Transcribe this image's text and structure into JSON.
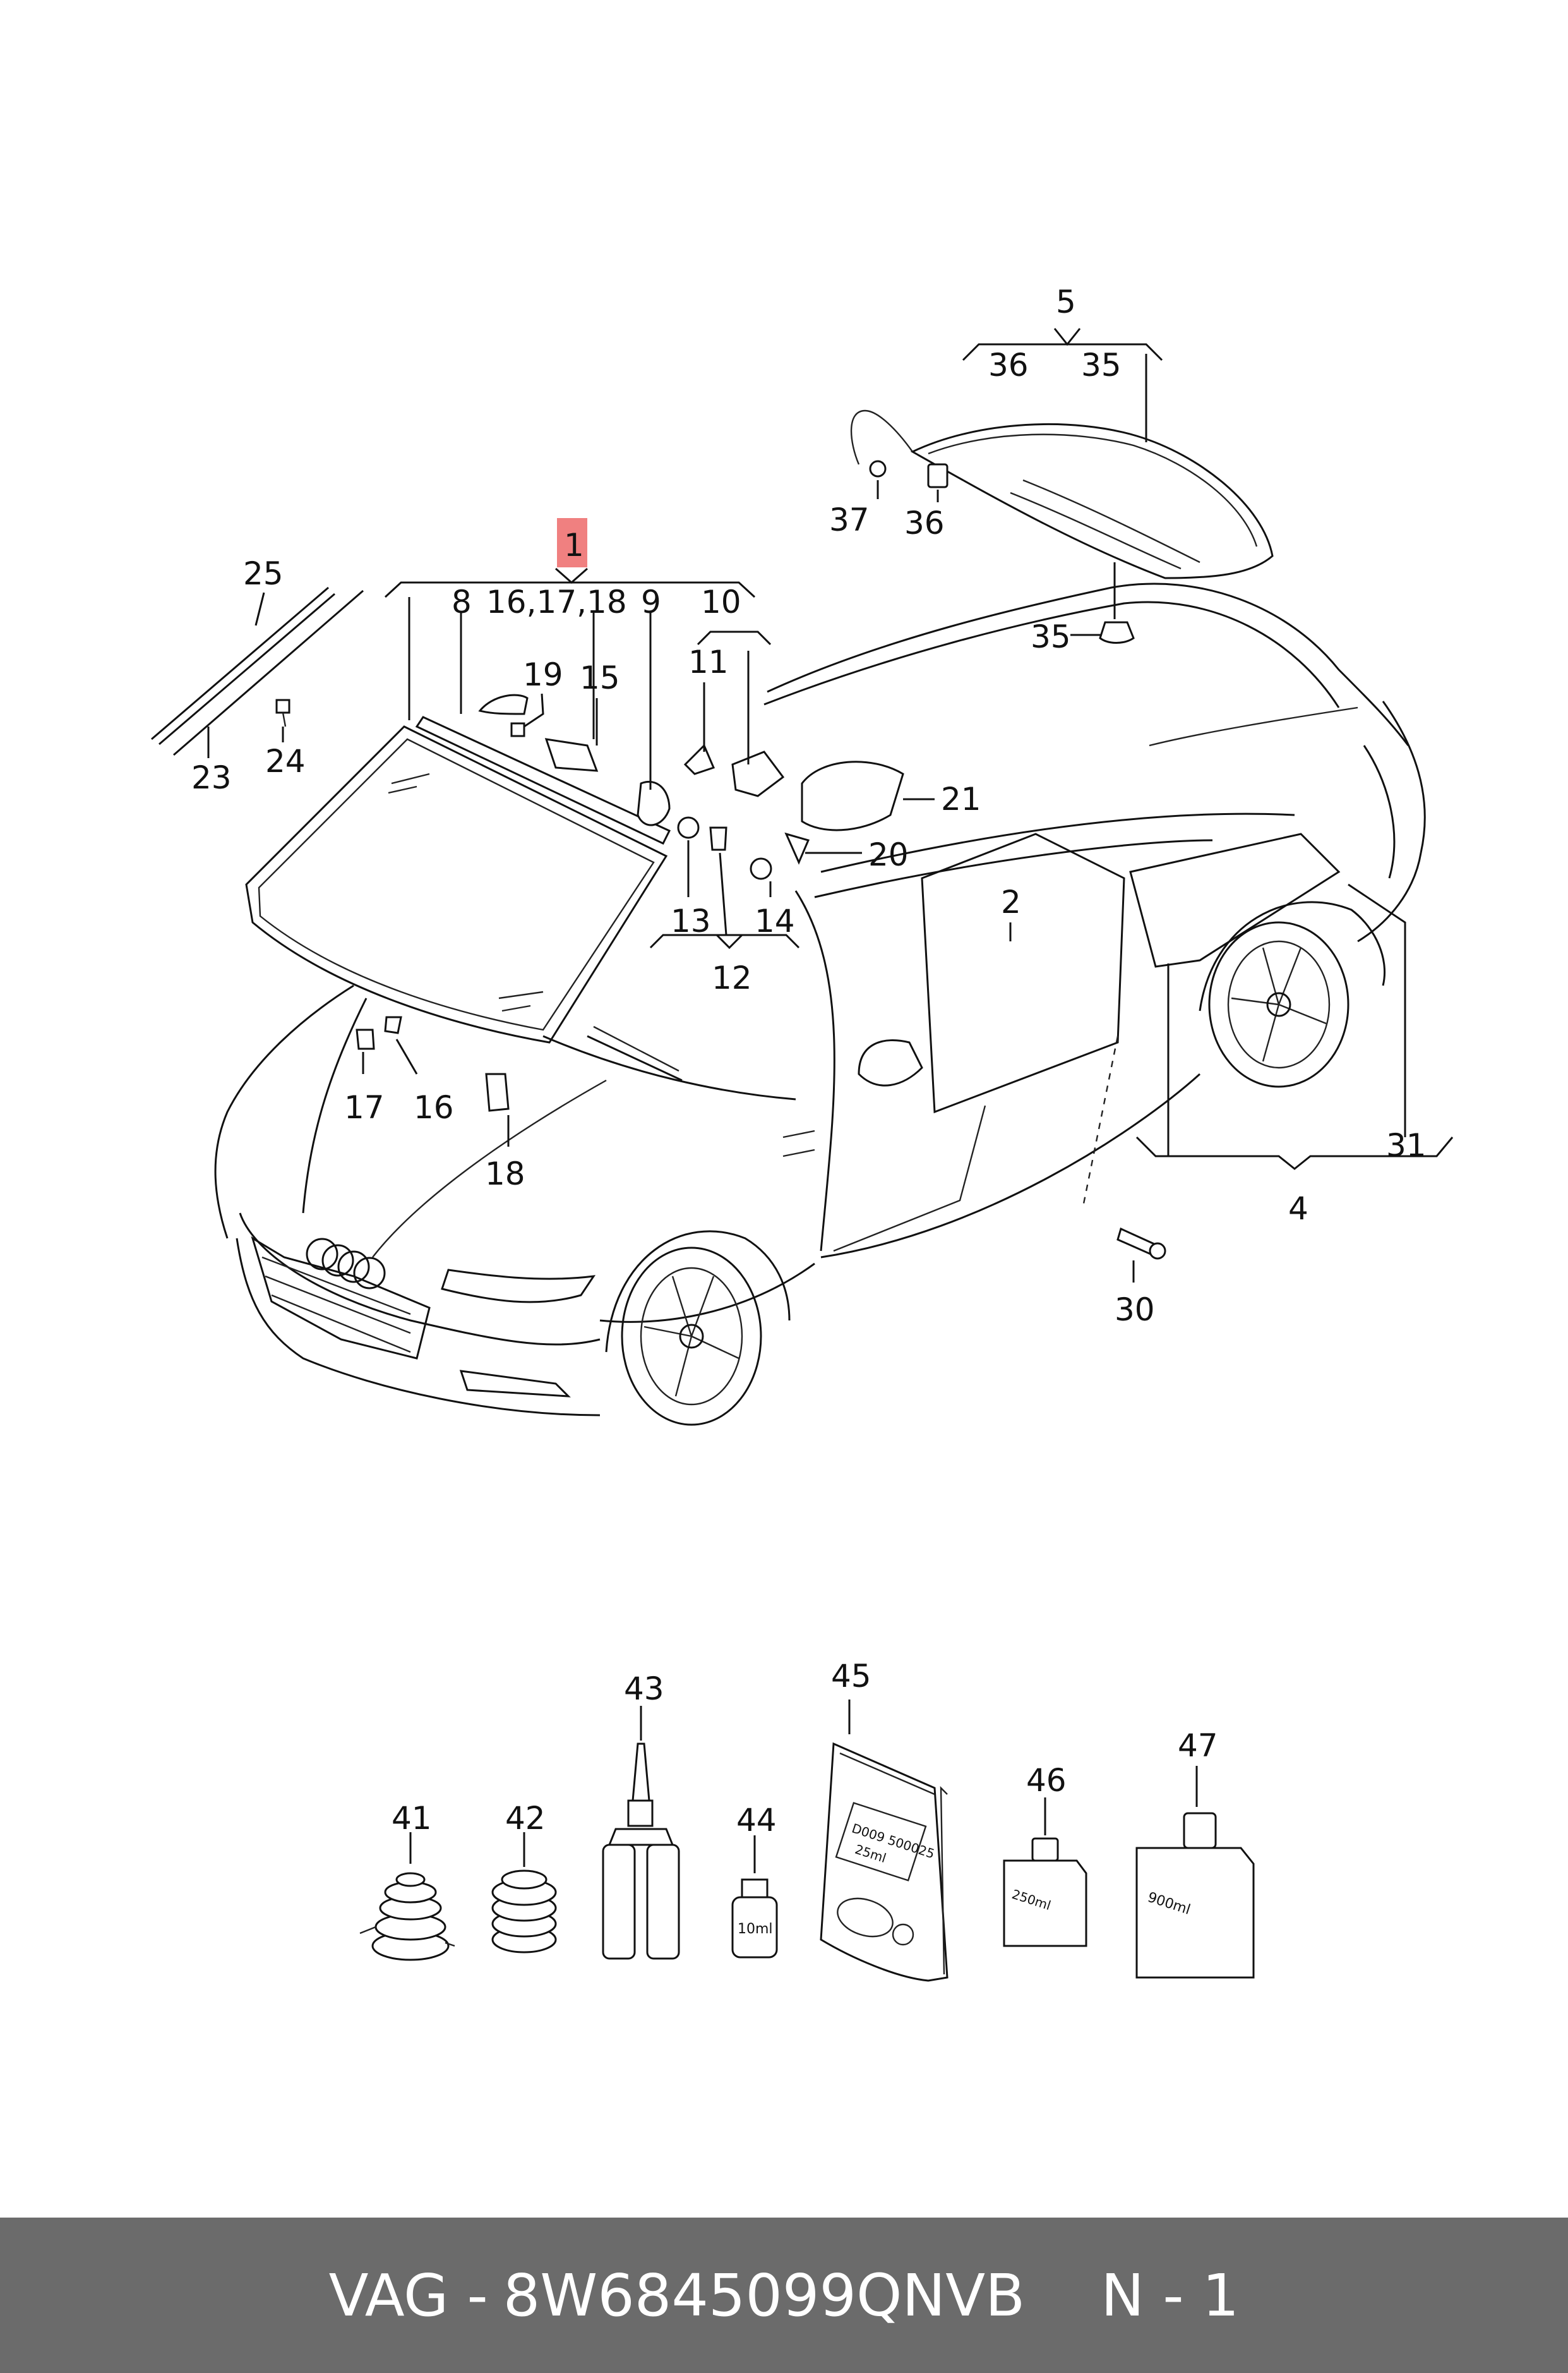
{
  "colors": {
    "highlight": "#f08080",
    "ink": "#111111",
    "footer_bg": "#6b6b6b",
    "footer_text": "#ffffff"
  },
  "callouts": {
    "c1": "1",
    "c2": "2",
    "c4": "4",
    "c5": "5",
    "c8": "8",
    "c16_17_18": "16,17,18",
    "c9": "9",
    "c10": "10",
    "c11": "11",
    "c12": "12",
    "c13": "13",
    "c14": "14",
    "c15": "15",
    "c16": "16",
    "c17": "17",
    "c18": "18",
    "c19": "19",
    "c20": "20",
    "c21": "21",
    "c23": "23",
    "c24": "24",
    "c25": "25",
    "c30": "30",
    "c31": "31",
    "c35_top": "35",
    "c35": "35",
    "c36_top": "36",
    "c36": "36",
    "c37": "37",
    "c41": "41",
    "c42": "42",
    "c43": "43",
    "c44": "44",
    "c45": "45",
    "c46": "46",
    "c47": "47"
  },
  "product_labels": {
    "bottle44": "10ml",
    "bag45_line1": "D009 500025",
    "bag45_line2": "25ml",
    "bottle46": "250ml",
    "bottle47": "900ml"
  },
  "footer": {
    "brand": "VAG -",
    "part_number": "8W6845099QNVB",
    "quantity": "N - 1"
  }
}
